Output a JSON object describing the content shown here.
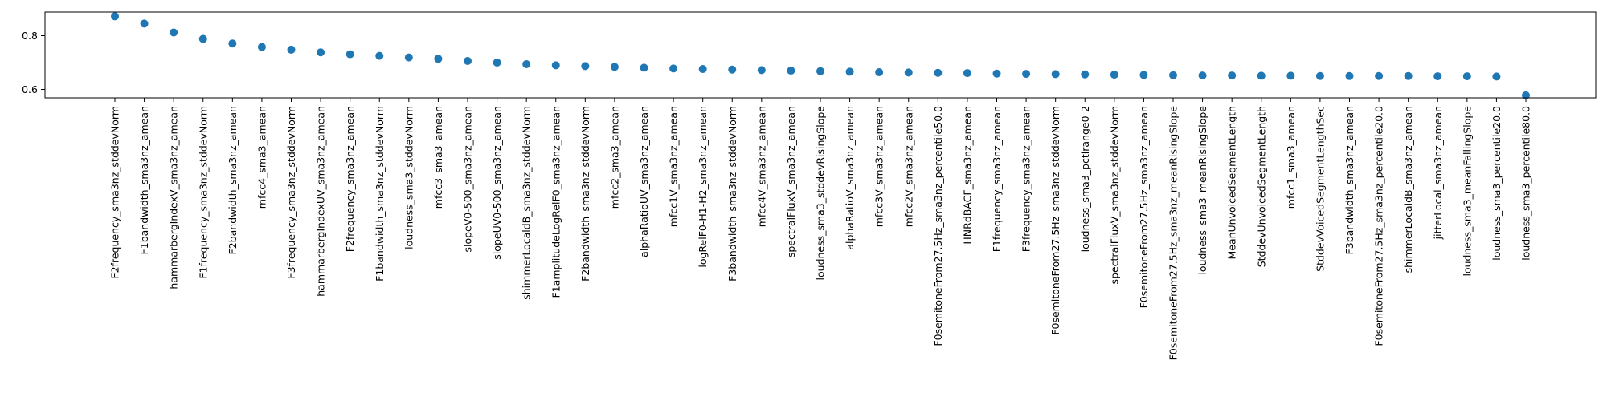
{
  "chart_data": {
    "type": "scatter",
    "title": "",
    "xlabel": "",
    "ylabel": "",
    "ylim": [
      0.56,
      0.89
    ],
    "y_ticks": [
      0.6,
      0.8
    ],
    "y_tick_labels": [
      "0.6",
      "0.8"
    ],
    "marker_color": "#1f77b4",
    "grid": false,
    "legend": "none",
    "categories": [
      "F2frequency_sma3nz_stddevNorm",
      "F1bandwidth_sma3nz_amean",
      "hammarbergIndexV_sma3nz_amean",
      "F1frequency_sma3nz_stddevNorm",
      "F2bandwidth_sma3nz_amean",
      "mfcc4_sma3_amean",
      "F3frequency_sma3nz_stddevNorm",
      "hammarbergIndexUV_sma3nz_amean",
      "F2frequency_sma3nz_amean",
      "F1bandwidth_sma3nz_stddevNorm",
      "loudness_sma3_stddevNorm",
      "mfcc3_sma3_amean",
      "slopeV0-500_sma3nz_amean",
      "slopeUV0-500_sma3nz_amean",
      "shimmerLocaldB_sma3nz_stddevNorm",
      "F1amplitudeLogRelF0_sma3nz_amean",
      "F2bandwidth_sma3nz_stddevNorm",
      "mfcc2_sma3_amean",
      "alphaRatioUV_sma3nz_amean",
      "mfcc1V_sma3nz_amean",
      "logRelF0-H1-H2_sma3nz_amean",
      "F3bandwidth_sma3nz_stddevNorm",
      "mfcc4V_sma3nz_amean",
      "spectralFluxV_sma3nz_amean",
      "loudness_sma3_stddevRisingSlope",
      "alphaRatioV_sma3nz_amean",
      "mfcc3V_sma3nz_amean",
      "mfcc2V_sma3nz_amean",
      "F0semitoneFrom27.5Hz_sma3nz_percentile50.0",
      "HNRdBACF_sma3nz_amean",
      "F1frequency_sma3nz_amean",
      "F3frequency_sma3nz_amean",
      "F0semitoneFrom27.5Hz_sma3nz_stddevNorm",
      "loudness_sma3_pctlrange0-2",
      "spectralFluxV_sma3nz_stddevNorm",
      "F0semitoneFrom27.5Hz_sma3nz_amean",
      "F0semitoneFrom27.5Hz_sma3nz_meanRisingSlope",
      "loudness_sma3_meanRisingSlope",
      "MeanUnvoicedSegmentLength",
      "StddevUnvoicedSegmentLength",
      "mfcc1_sma3_amean",
      "StddevVoicedSegmentLengthSec",
      "F3bandwidth_sma3nz_amean",
      "F0semitoneFrom27.5Hz_sma3nz_percentile20.0",
      "shimmerLocaldB_sma3nz_amean",
      "jitterLocal_sma3nz_amean",
      "loudness_sma3_meanFallingSlope",
      "loudness_sma3_percentile20.0",
      "loudness_sma3_percentile80.0"
    ],
    "values": [
      0.872,
      0.845,
      0.812,
      0.788,
      0.771,
      0.758,
      0.748,
      0.738,
      0.731,
      0.725,
      0.719,
      0.714,
      0.706,
      0.7,
      0.694,
      0.69,
      0.687,
      0.684,
      0.681,
      0.678,
      0.676,
      0.674,
      0.672,
      0.67,
      0.668,
      0.666,
      0.664,
      0.663,
      0.662,
      0.661,
      0.659,
      0.658,
      0.657,
      0.656,
      0.655,
      0.654,
      0.653,
      0.652,
      0.652,
      0.651,
      0.651,
      0.65,
      0.65,
      0.65,
      0.65,
      0.649,
      0.649,
      0.648,
      0.578
    ]
  }
}
